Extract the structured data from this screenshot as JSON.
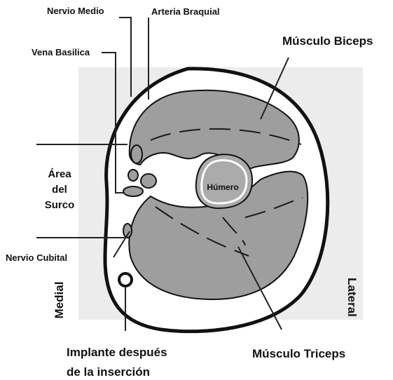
{
  "labels": {
    "nervio_medio": "Nervio Medio",
    "arteria_braquial": "Arteria Braquial",
    "musculo_biceps": "Músculo Biceps",
    "vena_basilica": "Vena Basilica",
    "area_del_surco": [
      "Área",
      "del",
      "Surco"
    ],
    "humero": "Húmero",
    "nervio_cubital": "Nervio Cubital",
    "medial": "Medial",
    "lateral": "Lateral",
    "implante": [
      "Implante después",
      "de la inserción"
    ],
    "musculo_triceps": "Músculo Triceps"
  },
  "colors": {
    "muscle": "#9e9e9e",
    "bone": "#ababab",
    "background_panel": "#ececec",
    "outline": "#111111"
  }
}
